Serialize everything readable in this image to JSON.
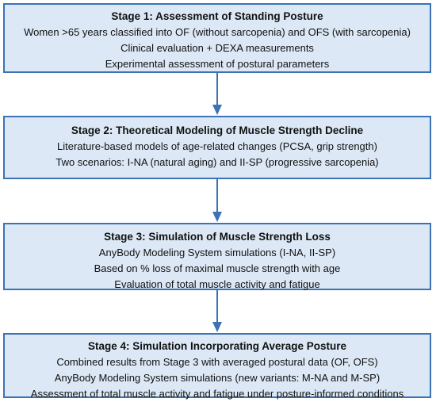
{
  "colors": {
    "box_fill": "#dce8f5",
    "box_border": "#3b73b4",
    "arrow": "#3b73b4"
  },
  "stages": [
    {
      "title": "Stage 1: Assessment of Standing Posture",
      "lines": [
        "Women >65 years classified into OF (without sarcopenia) and OFS (with sarcopenia)",
        "Clinical evaluation + DEXA measurements",
        "Experimental assessment of postural parameters"
      ]
    },
    {
      "title": "Stage 2: Theoretical Modeling of Muscle Strength Decline",
      "lines": [
        "Literature-based models of age-related changes (PCSA, grip strength)",
        "Two scenarios: I-NA (natural aging) and II-SP (progressive sarcopenia)"
      ]
    },
    {
      "title": "Stage 3: Simulation of Muscle Strength Loss",
      "lines": [
        "AnyBody Modeling System simulations (I-NA, II-SP)",
        "Based on % loss of maximal muscle strength with age",
        "Evaluation of total muscle activity and fatigue"
      ]
    },
    {
      "title": "Stage 4: Simulation Incorporating Average Posture",
      "lines": [
        "Combined results from Stage 3 with averaged postural data (OF, OFS)",
        "AnyBody Modeling System simulations (new variants: M-NA and M-SP)",
        "Assessment of total muscle activity and fatigue under posture-informed conditions"
      ]
    }
  ]
}
